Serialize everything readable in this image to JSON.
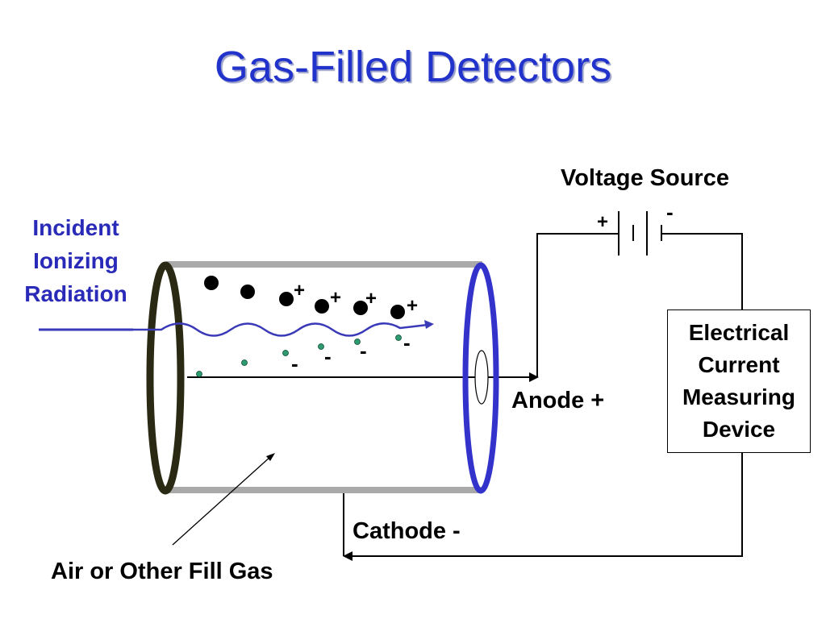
{
  "title": "Gas-Filled Detectors",
  "labels": {
    "voltage_source": "Voltage Source",
    "battery_plus": "+",
    "battery_minus": "-",
    "incident": [
      "Incident",
      "Ionizing",
      "Radiation"
    ],
    "anode": "Anode +",
    "cathode": "Cathode -",
    "fill_gas": "Air or Other Fill Gas",
    "device": [
      "Electrical",
      "Current",
      "Measuring",
      "Device"
    ],
    "ion_plus": "+",
    "ion_minus": "-"
  },
  "colors": {
    "title": "#2233cc",
    "radiation": "#3a3ab8",
    "cathode_ring": "#2a2a14",
    "anode_ring": "#3333cc",
    "electron": "#2d9a70",
    "tube_edge": "#a9a9a9"
  }
}
